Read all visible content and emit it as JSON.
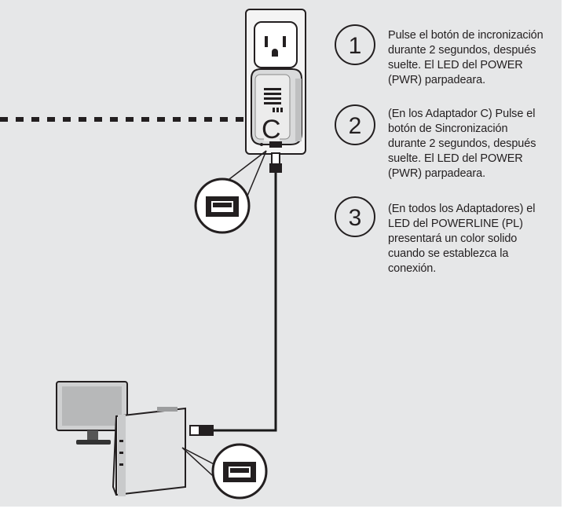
{
  "steps": [
    {
      "number": "1",
      "text": "Pulse el botón de incronización\ndurante 2 segundos, después\nsuelte. El LED del POWER\n(PWR) parpadeara."
    },
    {
      "number": "2",
      "text": "(En los Adaptador C) Pulse el\nbotón de Sincronización\ndurante 2 segundos, después\nsuelte. El LED del POWER\n(PWR) parpadeara."
    },
    {
      "number": "3",
      "text": "(En todos los Adaptadores) el\nLED del POWERLINE (PL)\npresentará un color solido\ncuando se establezca la\nconexión."
    }
  ],
  "adapter": {
    "label": "C"
  },
  "colors": {
    "panel_bg": "#e6e7e8",
    "text": "#231f20",
    "cable": "#1a1a1a"
  }
}
